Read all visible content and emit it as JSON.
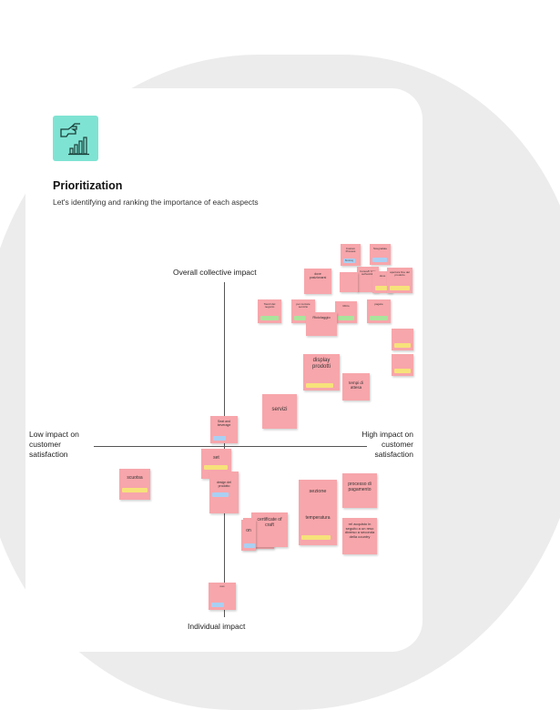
{
  "board": {
    "title": "Prioritization",
    "subtitle": "Let's identifying and ranking the importance of each aspects",
    "icon": "hand-chart-icon",
    "accent_color": "#7fe3d3",
    "note_color": "#f7a6ab"
  },
  "axes": {
    "top": "Overall collective impact",
    "bottom": "Individual impact",
    "left": "Low impact on customer satisfaction",
    "right": "High impact on customer satisfaction"
  },
  "notes": [
    {
      "text": "Custom Process",
      "tag": "Booking",
      "tag_color": "blue"
    },
    {
      "text": "Scegnalate",
      "tag": "",
      "tag_color": "blue"
    },
    {
      "text": "bonus/fr friss sull'ambito",
      "tag": "",
      "tag_color": "yellow"
    },
    {
      "text": "dove",
      "tag": "",
      "tag_color": "yellow"
    },
    {
      "text": "apertura fine del prodotto",
      "tag": "",
      "tag_color": "yellow"
    },
    {
      "text": "dove posizionarsi",
      "tag": "",
      "tag_color": "yellow"
    },
    {
      "text": "",
      "tag": "",
      "tag_color": "yellow"
    },
    {
      "text": "Tavoli del negozio",
      "tag": "",
      "tag_color": "green"
    },
    {
      "text": "per cercare servizio",
      "tag": "",
      "tag_color": "green"
    },
    {
      "text": "Ritiro",
      "tag": "",
      "tag_color": "green"
    },
    {
      "text": "pagare",
      "tag": "",
      "tag_color": "green"
    },
    {
      "text": "Riciclaggio",
      "tag": "",
      "tag_color": "green"
    },
    {
      "text": "",
      "tag": "",
      "tag_color": "yellow"
    },
    {
      "text": "",
      "tag": "",
      "tag_color": "yellow"
    },
    {
      "text": "display prodotti",
      "tag": "",
      "tag_color": "yellow"
    },
    {
      "text": "tempi di attesa",
      "tag": "",
      "tag_color": "yellow"
    },
    {
      "text": "servizi",
      "tag": "",
      "tag_color": "yellow"
    },
    {
      "text": "Seat and beverage",
      "tag": "",
      "tag_color": "blue"
    },
    {
      "text": "set",
      "tag": "",
      "tag_color": "yellow"
    },
    {
      "text": "design del prodotto",
      "tag": "",
      "tag_color": "blue"
    },
    {
      "text": "scuotsa",
      "tag": "",
      "tag_color": "yellow"
    },
    {
      "text": "sezione",
      "tag": "",
      "tag_color": "yellow"
    },
    {
      "text": "processo di pagamento",
      "tag": "",
      "tag_color": "yellow"
    },
    {
      "text": "temperatura",
      "tag": "",
      "tag_color": "yellow"
    },
    {
      "text": "reso",
      "tag": "",
      "tag_color": "yellow"
    },
    {
      "text": "rel acquisto in seguito a un reso diverso a seconda della country",
      "tag": "",
      "tag_color": "yellow"
    },
    {
      "text": "certificate of craft",
      "tag": "",
      "tag_color": "blue"
    },
    {
      "text": "on",
      "tag": "",
      "tag_color": "blue"
    },
    {
      "text": "",
      "tag": "",
      "tag_color": "blue"
    }
  ]
}
